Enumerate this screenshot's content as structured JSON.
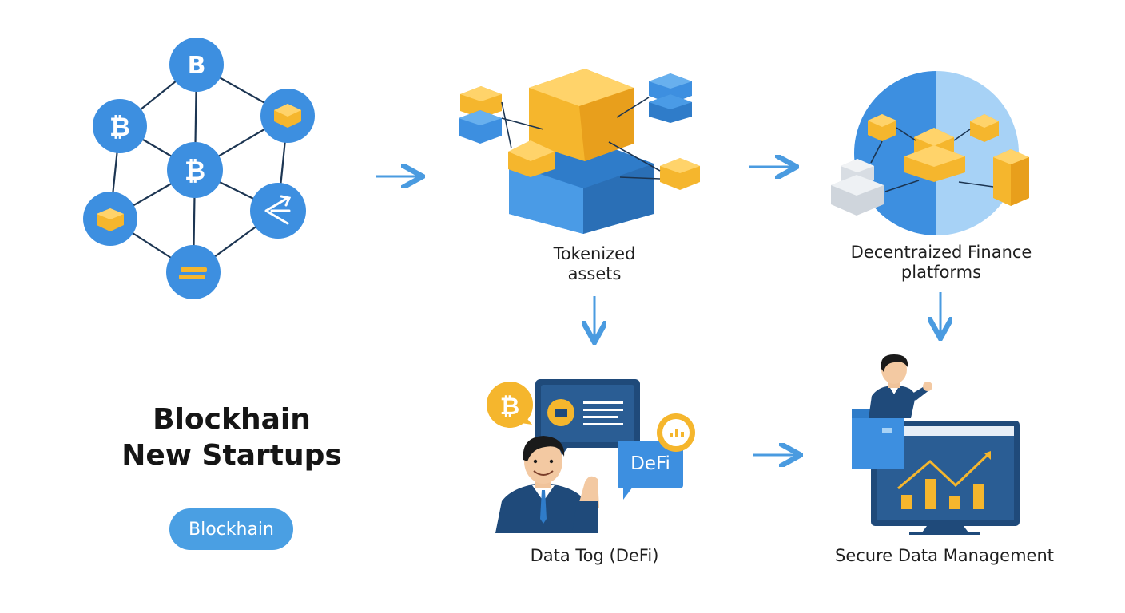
{
  "title_line1": "Blockhain",
  "title_line2": "New Startups",
  "pill_label": "Blockhain",
  "labels": {
    "tokenized_line1": "Tokenized",
    "tokenized_line2": "assets",
    "defi_line1": "Decentraized Finance",
    "defi_line2": "platforms",
    "data_tog": "Data Tog (DeFi)",
    "secure": "Secure Data Management"
  },
  "bubble_text": "DeFi",
  "network_glyphs": {
    "top": "B",
    "left": "₿",
    "center": "₿"
  },
  "colors": {
    "blue": "#3d8fe0",
    "light_blue": "#a7d2f6",
    "gold": "#f5b62d",
    "navy": "#1f4a7a",
    "arrow": "#4a9be0"
  }
}
